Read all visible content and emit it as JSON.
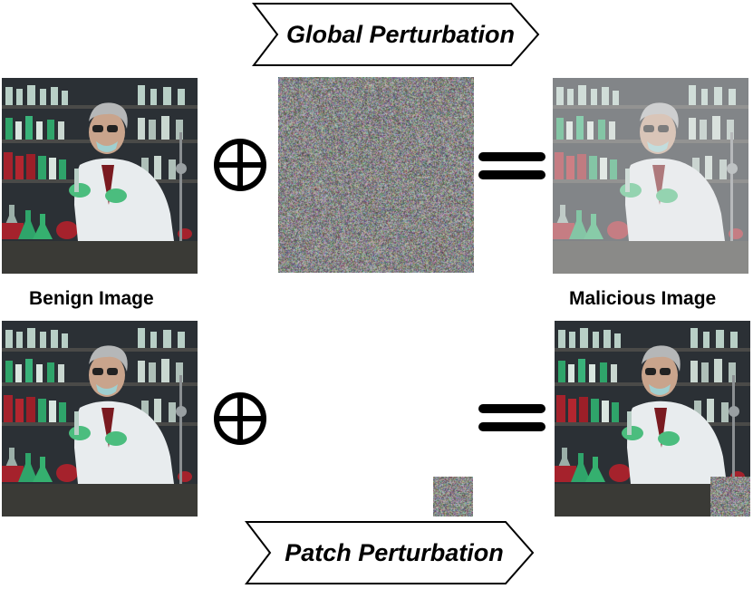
{
  "banners": {
    "top": "Global Perturbation",
    "bottom": "Patch Perturbation"
  },
  "captions": {
    "left": "Benign Image",
    "right": "Malicious Image"
  },
  "operators": {
    "add": "⊕",
    "equals": "="
  },
  "colors": {
    "stroke": "#000000",
    "banner_fill": "#ffffff",
    "noise_base": "#8a8a8a"
  }
}
